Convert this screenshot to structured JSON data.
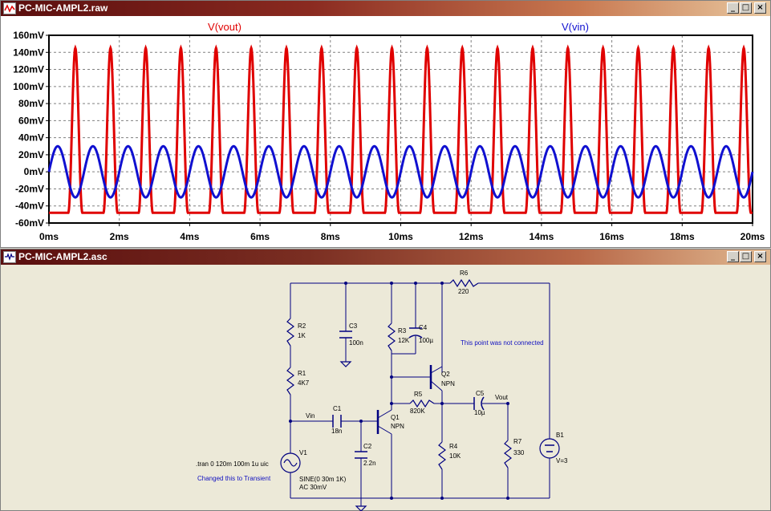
{
  "plot_window": {
    "title": "PC-MIC-AMPL2.raw",
    "buttons": [
      "_",
      "□",
      "×"
    ]
  },
  "chart_data": {
    "type": "line",
    "x_unit": "ms",
    "xlim": [
      0,
      20
    ],
    "ylim": [
      -60,
      160
    ],
    "x_ticks": [
      "0ms",
      "2ms",
      "4ms",
      "6ms",
      "8ms",
      "10ms",
      "12ms",
      "14ms",
      "16ms",
      "18ms",
      "20ms"
    ],
    "y_ticks": [
      "160mV",
      "140mV",
      "120mV",
      "100mV",
      "80mV",
      "60mV",
      "40mV",
      "20mV",
      "0mV",
      "-20mV",
      "-40mV",
      "-60mV"
    ],
    "grid": true,
    "frequency_hz": 1000,
    "series": [
      {
        "name": "V(vout)",
        "color": "#e00000",
        "label_position": "top-left",
        "shape": "clipped pulse",
        "min_mv": -48,
        "peak_mv": 145,
        "peak_phase_ms": 0.75,
        "pulse_width_ms": 0.4
      },
      {
        "name": "V(vin)",
        "color": "#1010d0",
        "label_position": "top-right",
        "shape": "sine",
        "amplitude_mv": 30,
        "offset_mv": 0
      }
    ]
  },
  "schematic_window": {
    "title": "PC-MIC-AMPL2.asc",
    "buttons": [
      "_",
      "□",
      "×"
    ]
  },
  "schematic": {
    "components": [
      {
        "ref": "R6",
        "value": "220"
      },
      {
        "ref": "R2",
        "value": "1K"
      },
      {
        "ref": "C3",
        "value": "100n"
      },
      {
        "ref": "R3",
        "value": "12K"
      },
      {
        "ref": "C4",
        "value": "100µ"
      },
      {
        "ref": "R1",
        "value": "4K7"
      },
      {
        "ref": "Q2",
        "value": "NPN"
      },
      {
        "ref": "R5",
        "value": "820K"
      },
      {
        "ref": "C5",
        "value": "10µ"
      },
      {
        "ref": "C1",
        "value": "18n"
      },
      {
        "ref": "Q1",
        "value": "NPN"
      },
      {
        "ref": "B1",
        "value": "V=3"
      },
      {
        "ref": "C2",
        "value": "2.2n"
      },
      {
        "ref": "R4",
        "value": "10K"
      },
      {
        "ref": "R7",
        "value": "330"
      },
      {
        "ref": "V1",
        "value": "SINE(0 30m 1K)"
      }
    ],
    "v1_ac": "AC 30mV",
    "net_vin": "Vin",
    "net_vout": "Vout",
    "directive": ".tran 0 120m 100m 1u uic",
    "comment_transient": "Changed this to Transient",
    "comment_unconnected": "This point was not connected"
  }
}
